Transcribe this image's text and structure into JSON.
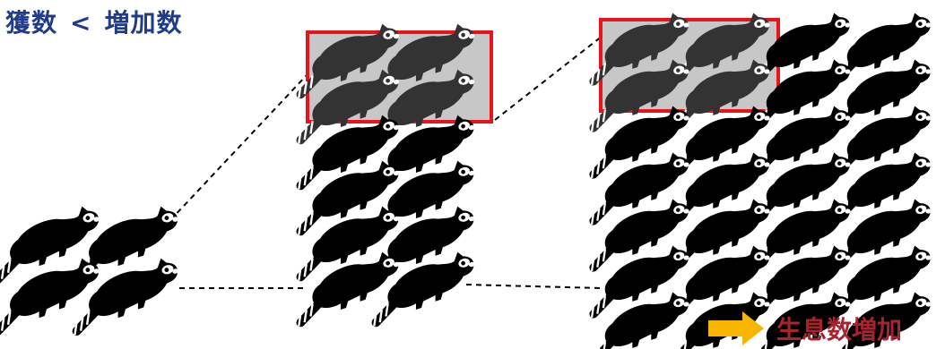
{
  "title": {
    "left": "獲数",
    "symbol": "<",
    "right": "増加数"
  },
  "legend": {
    "label": "生息数増加",
    "arrow_color": "#f7b500"
  },
  "colors": {
    "raccoon": "#000000",
    "raccoon_harvested": "#333333",
    "harvest_box_border": "#e8141c",
    "harvest_box_fill": "#c7c7c7",
    "title_color": "#1f3b8a",
    "legend_label_color": "#a8232e"
  },
  "stages": [
    {
      "name": "stage-1",
      "population": 4,
      "harvested": 0
    },
    {
      "name": "stage-2",
      "population": 12,
      "harvested": 4
    },
    {
      "name": "stage-3",
      "population": 28,
      "harvested": 4
    }
  ]
}
